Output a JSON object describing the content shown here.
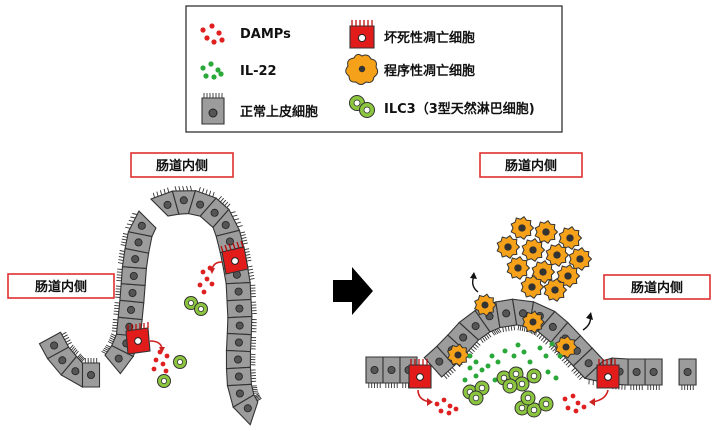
{
  "legend": {
    "damps": "DAMPs",
    "il22": "IL-22",
    "normal_epithelial": "正常上皮細胞",
    "necroptosis": "坏死性凋亡细胞",
    "apoptosis": "程序性凋亡细胞",
    "ilc3": "ILC3（3型天然淋巴细胞)"
  },
  "labels": {
    "left_top": "肠道内侧",
    "left_side": "肠道内侧",
    "right_top": "肠道内侧",
    "right_side": "肠道内侧"
  },
  "colors": {
    "damps": "#e02020",
    "il22": "#2aa83a",
    "necro": "#e21b1b",
    "apop": "#f5a11a",
    "ilc3": "#8cc63f",
    "epithelial": "#9c9c9c",
    "label_border": "#e03030"
  }
}
